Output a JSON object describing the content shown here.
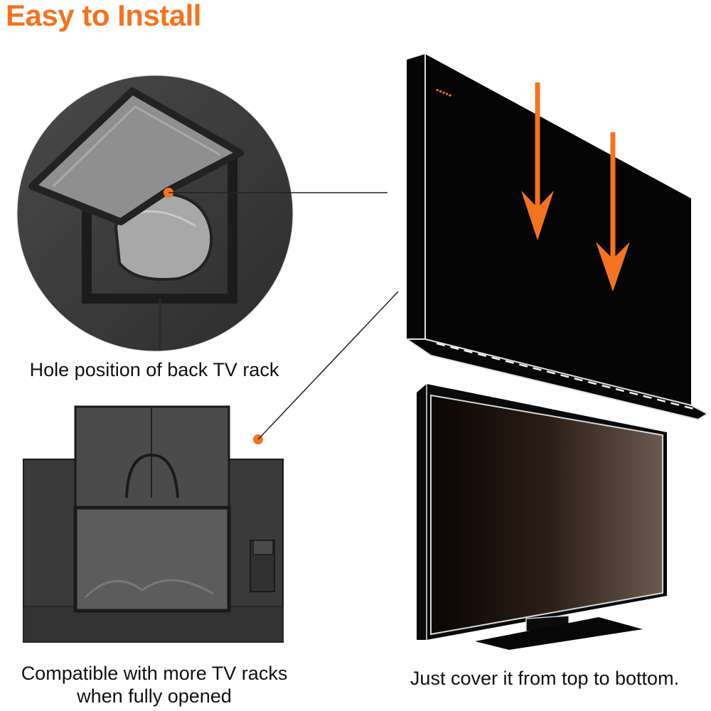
{
  "title": "Easy to Install",
  "captions": {
    "hole_position": "Hole position of back TV rack",
    "compatible_line1": "Compatible with more TV racks",
    "compatible_line2": "when fully opened",
    "cover": "Just cover it from top to bottom."
  },
  "brand_mark": "brand-logo",
  "colors": {
    "accent": "#f47321",
    "cover_black": "#050505",
    "fabric_gray": "#3d3d3d",
    "text": "#111111"
  }
}
